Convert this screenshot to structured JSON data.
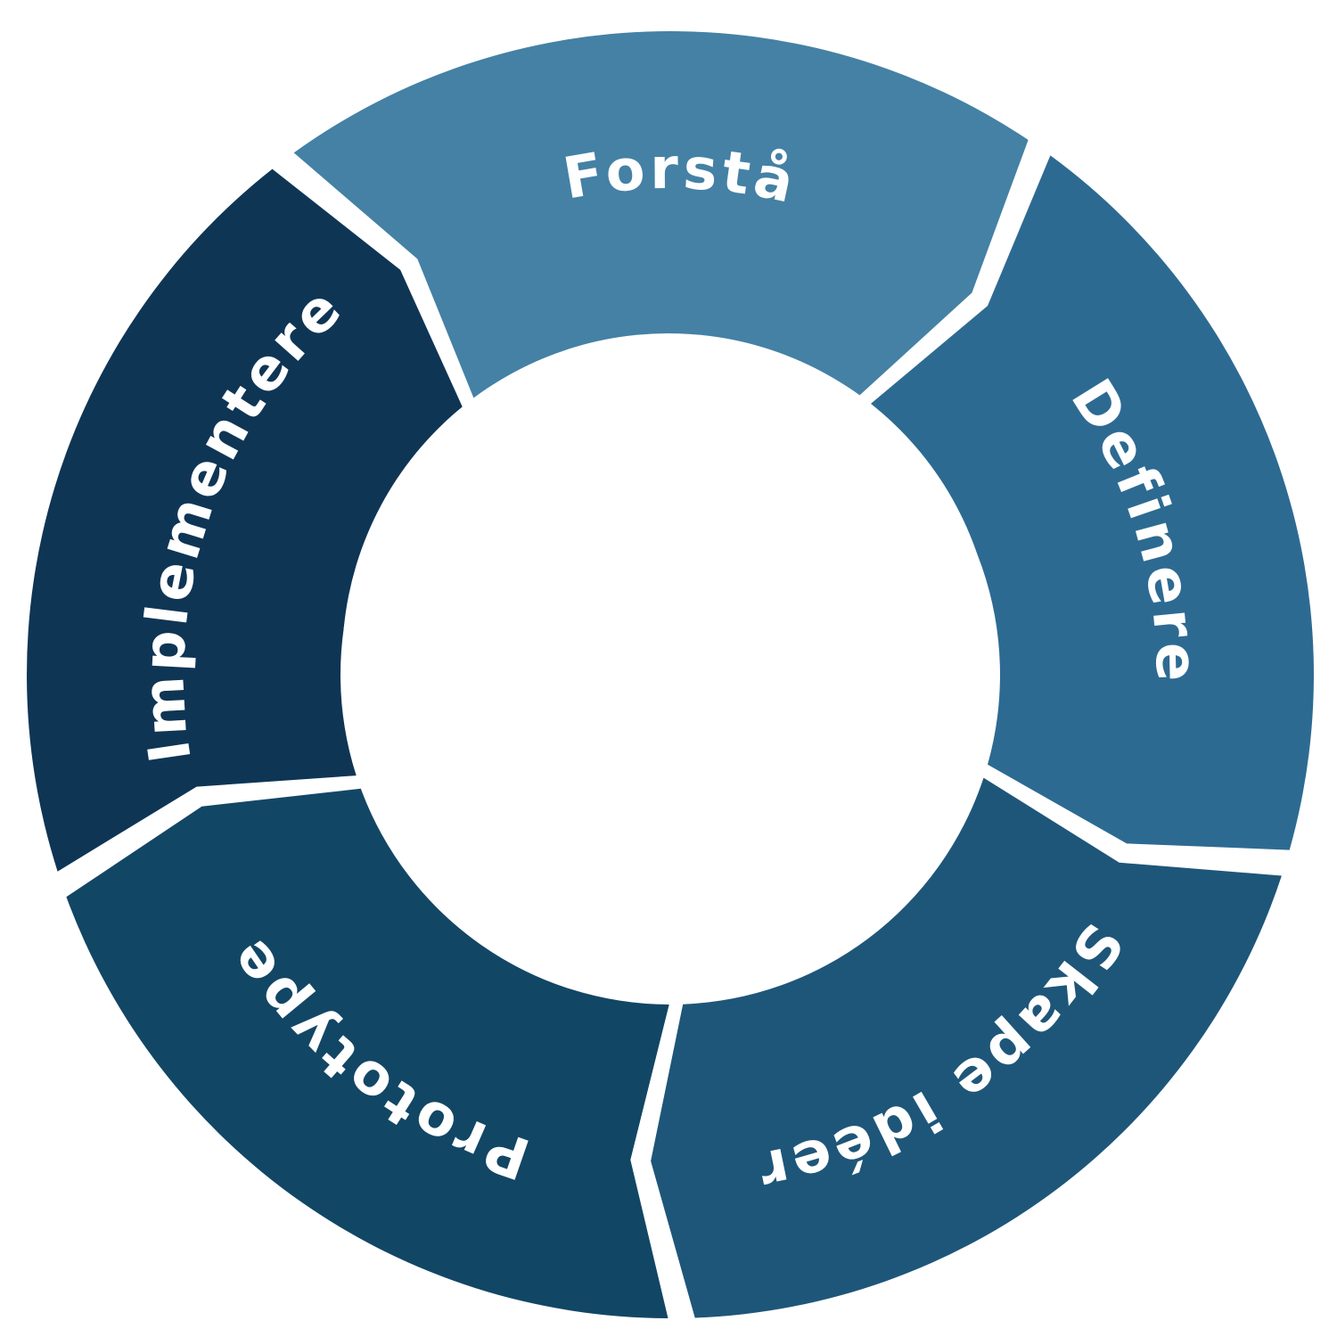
{
  "diagram": {
    "type": "cycle",
    "center_color": "#ffffff",
    "segments": [
      {
        "id": "forsta",
        "label": "Forstå",
        "color": "#4481a5"
      },
      {
        "id": "definere",
        "label": "Definere",
        "color": "#2d6a92"
      },
      {
        "id": "skape-ideer",
        "label": "Skape idéer",
        "color": "#1e5679"
      },
      {
        "id": "prototype",
        "label": "Prototype",
        "color": "#124665"
      },
      {
        "id": "implementere",
        "label": "Implementere",
        "color": "#0f3555"
      }
    ]
  }
}
